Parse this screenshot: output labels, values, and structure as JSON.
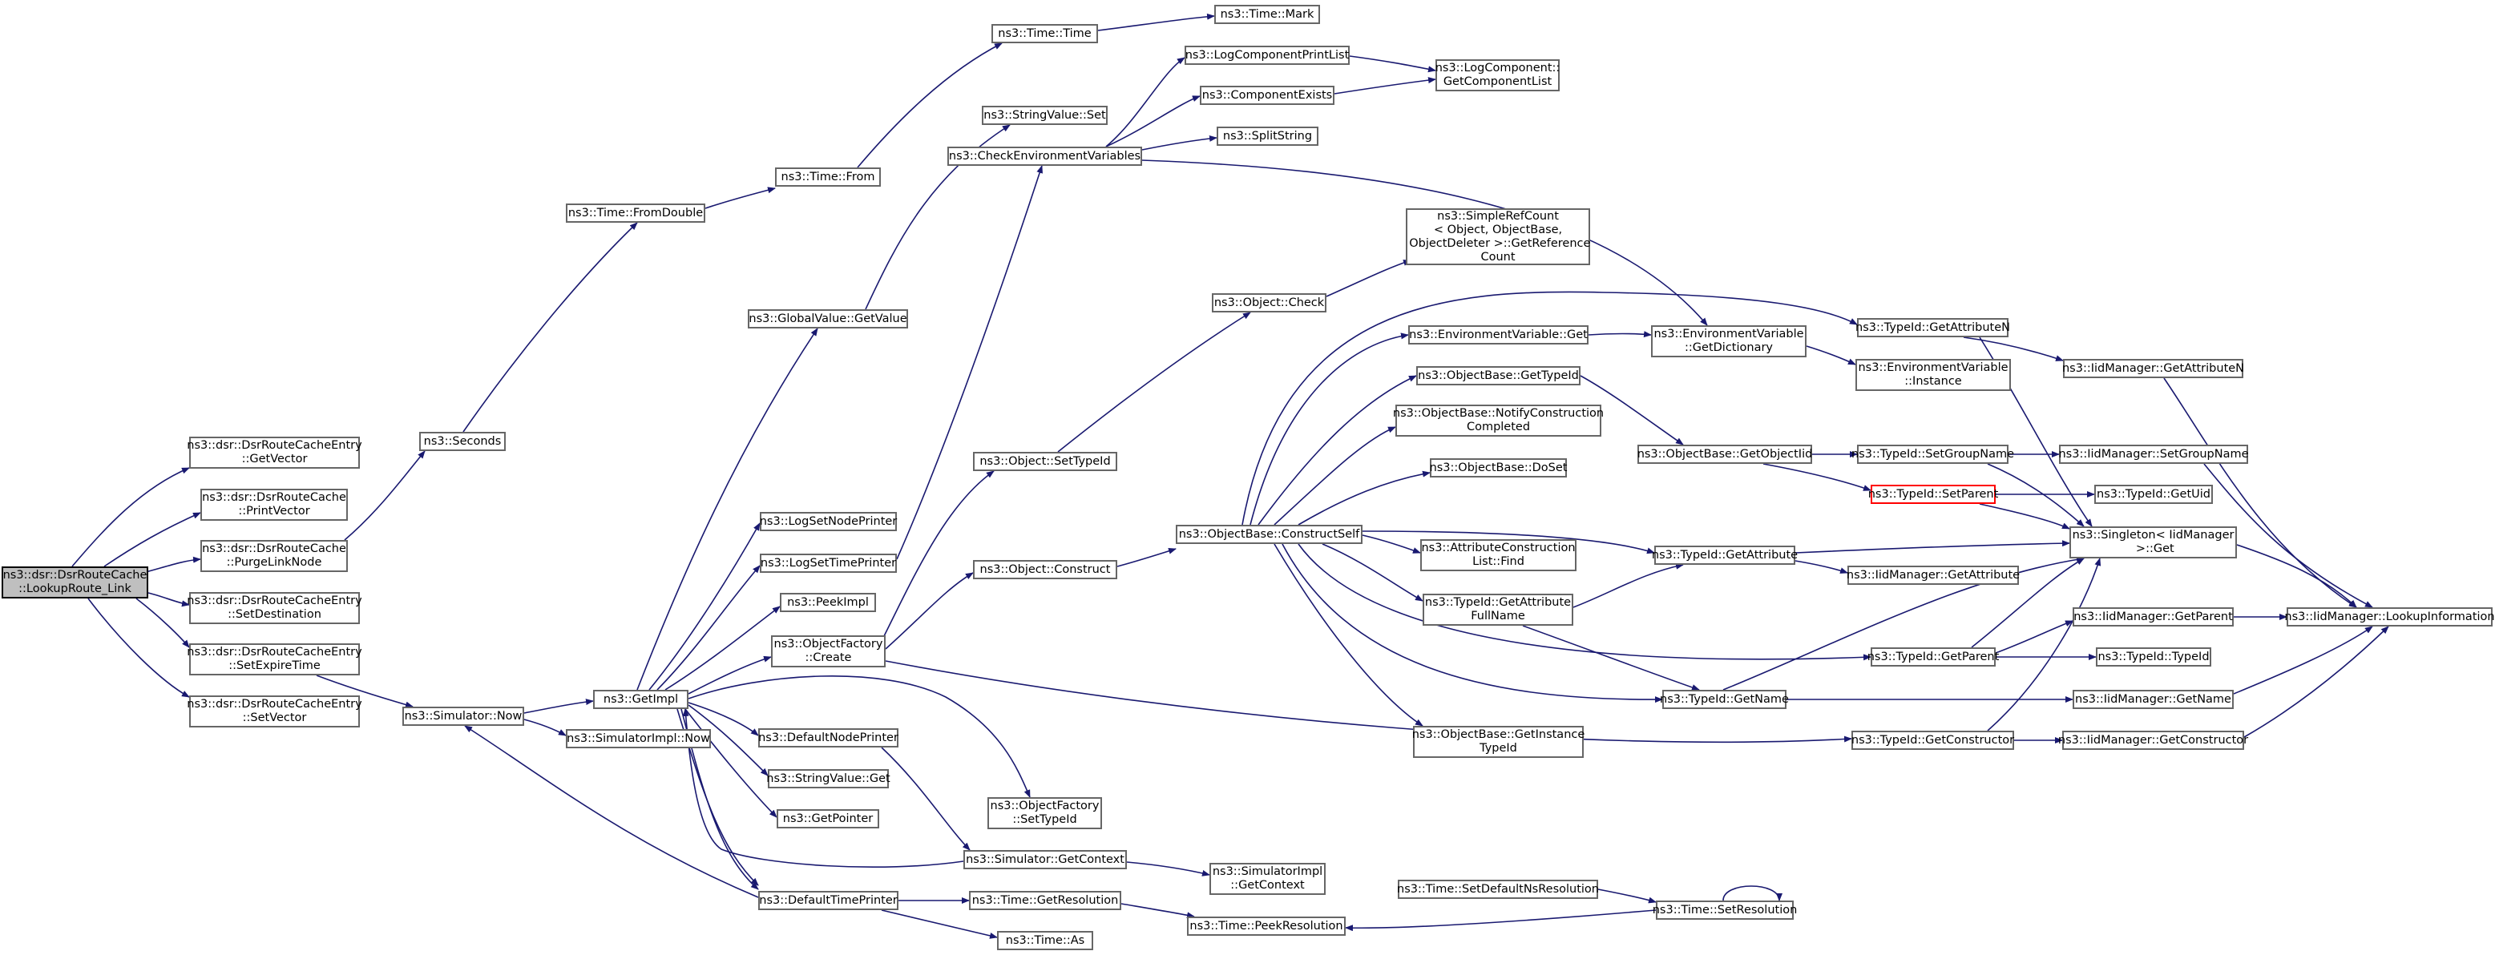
{
  "graph": {
    "style": {
      "edge_color": "#191970",
      "node_border": "#666666",
      "root_fill": "#bfbfbf",
      "truncated_border": "#ff0000"
    },
    "nodes": {
      "n0": {
        "label": "ns3::dsr::DsrRouteCache\n::LookupRoute_Link"
      },
      "n1": {
        "label": "ns3::dsr::DsrRouteCacheEntry\n::GetVector"
      },
      "n2": {
        "label": "ns3::dsr::DsrRouteCache\n::PrintVector"
      },
      "n3": {
        "label": "ns3::dsr::DsrRouteCache\n::PurgeLinkNode"
      },
      "n4": {
        "label": "ns3::dsr::DsrRouteCacheEntry\n::SetDestination"
      },
      "n5": {
        "label": "ns3::dsr::DsrRouteCacheEntry\n::SetExpireTime"
      },
      "n6": {
        "label": "ns3::dsr::DsrRouteCacheEntry\n::SetVector"
      },
      "n7": {
        "label": "ns3::Seconds"
      },
      "n8": {
        "label": "ns3::Time::FromDouble"
      },
      "n9": {
        "label": "ns3::Time::From"
      },
      "n10": {
        "label": "ns3::Time::Time"
      },
      "n11": {
        "label": "ns3::Time::Mark"
      },
      "n12": {
        "label": "ns3::Simulator::Now"
      },
      "n13": {
        "label": "ns3::GetImpl"
      },
      "n14": {
        "label": "ns3::SimulatorImpl::Now"
      },
      "n15": {
        "label": "ns3::GlobalValue::GetValue"
      },
      "n16": {
        "label": "ns3::StringValue::Set"
      },
      "n17": {
        "label": "ns3::CheckEnvironmentVariables"
      },
      "n18": {
        "label": "ns3::LogComponentPrintList"
      },
      "n19": {
        "label": "ns3::ComponentExists"
      },
      "n20": {
        "label": "ns3::SplitString"
      },
      "n21": {
        "label": "ns3::LogComponent::\nGetComponentList"
      },
      "n22": {
        "label": "ns3::LogSetNodePrinter"
      },
      "n23": {
        "label": "ns3::LogSetTimePrinter"
      },
      "n24": {
        "label": "ns3::PeekImpl"
      },
      "n25": {
        "label": "ns3::ObjectFactory\n::Create"
      },
      "n26": {
        "label": "ns3::DefaultNodePrinter"
      },
      "n27": {
        "label": "ns3::StringValue::Get"
      },
      "n28": {
        "label": "ns3::GetPointer"
      },
      "n29": {
        "label": "ns3::DefaultTimePrinter"
      },
      "n30": {
        "label": "ns3::Object::SetTypeId"
      },
      "n31": {
        "label": "ns3::Object::Construct"
      },
      "n32": {
        "label": "ns3::ObjectFactory\n::SetTypeId"
      },
      "n33": {
        "label": "ns3::Simulator::GetContext"
      },
      "n34": {
        "label": "ns3::SimulatorImpl\n::GetContext"
      },
      "n35": {
        "label": "ns3::Time::GetResolution"
      },
      "n36": {
        "label": "ns3::Time::As"
      },
      "n37": {
        "label": "ns3::Time::PeekResolution"
      },
      "n38": {
        "label": "ns3::Object::Check"
      },
      "n39": {
        "label": "ns3::SimpleRefCount\n< Object, ObjectBase,\n ObjectDeleter >::GetReference\nCount"
      },
      "n40": {
        "label": "ns3::ObjectBase::ConstructSelf"
      },
      "n41": {
        "label": "ns3::EnvironmentVariable::Get"
      },
      "n42": {
        "label": "ns3::ObjectBase::GetTypeId"
      },
      "n43": {
        "label": "ns3::ObjectBase::NotifyConstruction\nCompleted"
      },
      "n44": {
        "label": "ns3::ObjectBase::DoSet"
      },
      "n45": {
        "label": "ns3::AttributeConstruction\nList::Find"
      },
      "n46": {
        "label": "ns3::TypeId::GetAttribute\nFullName"
      },
      "n47": {
        "label": "ns3::ObjectBase::GetInstance\nTypeId"
      },
      "n48": {
        "label": "ns3::EnvironmentVariable\n::GetDictionary"
      },
      "n49": {
        "label": "ns3::ObjectBase::GetObjectIid"
      },
      "n50": {
        "label": "ns3::TypeId::GetAttribute"
      },
      "n51": {
        "label": "ns3::TypeId::GetName"
      },
      "n52": {
        "label": "ns3::Time::SetDefaultNsResolution"
      },
      "n53": {
        "label": "ns3::Time::SetResolution"
      },
      "n54": {
        "label": "ns3::TypeId::GetAttributeN"
      },
      "n55": {
        "label": "ns3::EnvironmentVariable\n::Instance"
      },
      "n56": {
        "label": "ns3::TypeId::SetGroupName"
      },
      "n57": {
        "label": "ns3::TypeId::SetParent"
      },
      "n58": {
        "label": "ns3::IidManager::GetAttribute"
      },
      "n59": {
        "label": "ns3::TypeId::GetParent"
      },
      "n60": {
        "label": "ns3::TypeId::GetConstructor"
      },
      "n61": {
        "label": "ns3::IidManager::GetAttributeN"
      },
      "n62": {
        "label": "ns3::IidManager::SetGroupName"
      },
      "n63": {
        "label": "ns3::TypeId::GetUid"
      },
      "n64": {
        "label": "ns3::Singleton< IidManager\n >::Get"
      },
      "n65": {
        "label": "ns3::IidManager::GetParent"
      },
      "n66": {
        "label": "ns3::TypeId::TypeId"
      },
      "n67": {
        "label": "ns3::IidManager::GetName"
      },
      "n68": {
        "label": "ns3::IidManager::GetConstructor"
      },
      "n69": {
        "label": "ns3::IidManager::LookupInformation"
      }
    }
  }
}
